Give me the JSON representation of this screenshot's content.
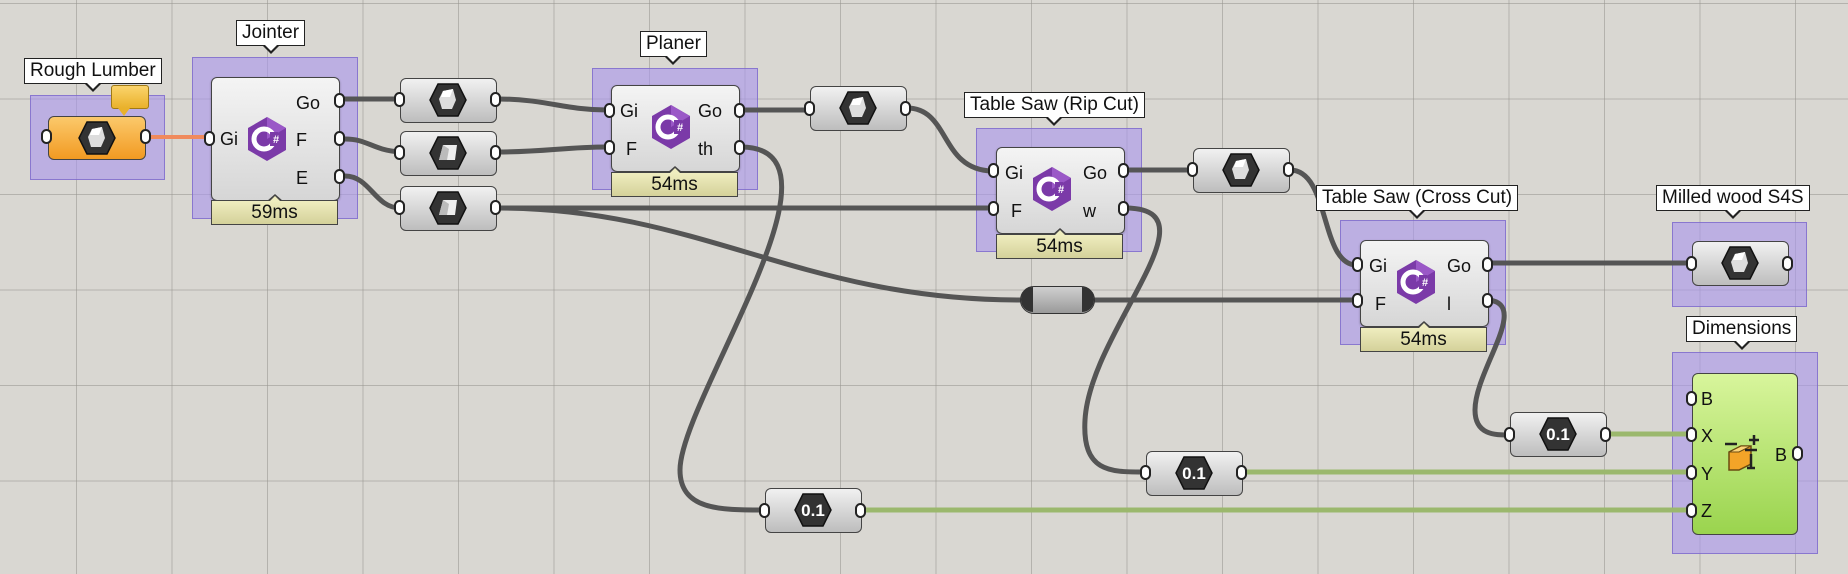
{
  "components": {
    "rough_lumber": {
      "label": "Rough Lumber"
    },
    "jointer": {
      "label": "Jointer",
      "inputs": [
        "Gi"
      ],
      "outputs": [
        "Go",
        "F",
        "E"
      ],
      "time": "59ms"
    },
    "planer": {
      "label": "Planer",
      "inputs": [
        "Gi",
        "F"
      ],
      "outputs": [
        "Go",
        "th"
      ],
      "time": "54ms"
    },
    "rip_cut": {
      "label": "Table Saw (Rip Cut)",
      "inputs": [
        "Gi",
        "F"
      ],
      "outputs": [
        "Go",
        "w"
      ],
      "time": "54ms"
    },
    "cross_cut": {
      "label": "Table Saw (Cross Cut)",
      "inputs": [
        "Gi",
        "F"
      ],
      "outputs": [
        "Go",
        "l"
      ],
      "time": "54ms"
    },
    "milled_wood": {
      "label": "Milled wood S4S"
    },
    "dimensions": {
      "label": "Dimensions",
      "inputs": [
        "B",
        "X",
        "Y",
        "Z"
      ],
      "outputs": [
        "B"
      ]
    }
  },
  "number_params": {
    "value_label": "0.1"
  },
  "colors": {
    "canvas": "#d9d7d2",
    "group": "#aa96eb",
    "selected_wire": "#f08a5d",
    "wire": "#555555",
    "csharp": "#7b3aa8",
    "number_wire": "#8fc24a"
  },
  "icons": [
    "csharp-icon",
    "geometry-hex-icon",
    "surface-hex-icon",
    "number-hex-icon",
    "box-rectangle-icon",
    "relay-icon"
  ]
}
